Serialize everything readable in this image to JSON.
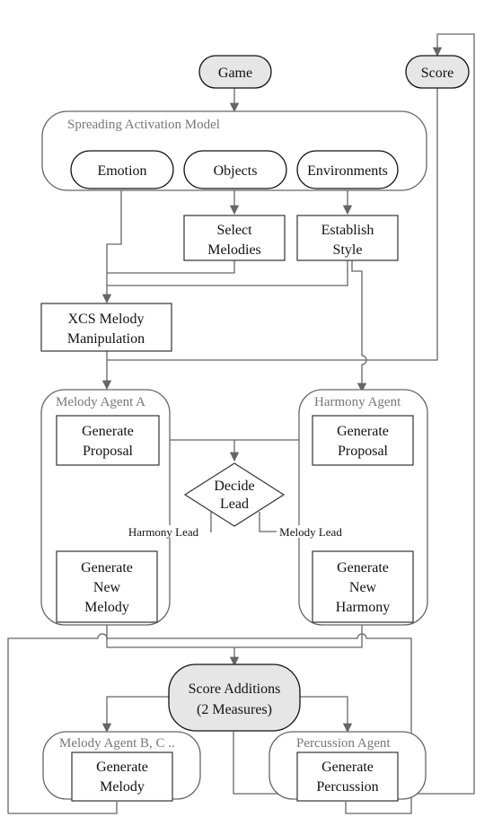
{
  "nodes": {
    "game": "Game",
    "score": "Score",
    "sam_title": "Spreading Activation Model",
    "emotion": "Emotion",
    "objects": "Objects",
    "environments": "Environments",
    "select_melodies": [
      "Select",
      "Melodies"
    ],
    "establish_style": [
      "Establish",
      "Style"
    ],
    "xcs": [
      "XCS Melody",
      "Manipulation"
    ],
    "melody_agent_a": "Melody Agent A",
    "harmony_agent": "Harmony Agent",
    "generate_proposal_a": [
      "Generate",
      "Proposal"
    ],
    "generate_proposal_h": [
      "Generate",
      "Proposal"
    ],
    "decide_lead": [
      "Decide",
      "Lead"
    ],
    "harmony_lead": "Harmony Lead",
    "melody_lead": "Melody Lead",
    "generate_new_melody": [
      "Generate",
      "New",
      "Melody"
    ],
    "generate_new_harmony": [
      "Generate",
      "New",
      "Harmony"
    ],
    "score_additions": [
      "Score Additions",
      "(2 Measures)"
    ],
    "melody_agent_bc": "Melody Agent B, C ..",
    "percussion_agent": "Percussion Agent",
    "generate_melody": [
      "Generate",
      "Melody"
    ],
    "generate_percussion": [
      "Generate",
      "Percussion"
    ]
  },
  "colors": {
    "terminal_fill": "#e6e6e6",
    "line": "#666666",
    "group_label": "#777777"
  }
}
